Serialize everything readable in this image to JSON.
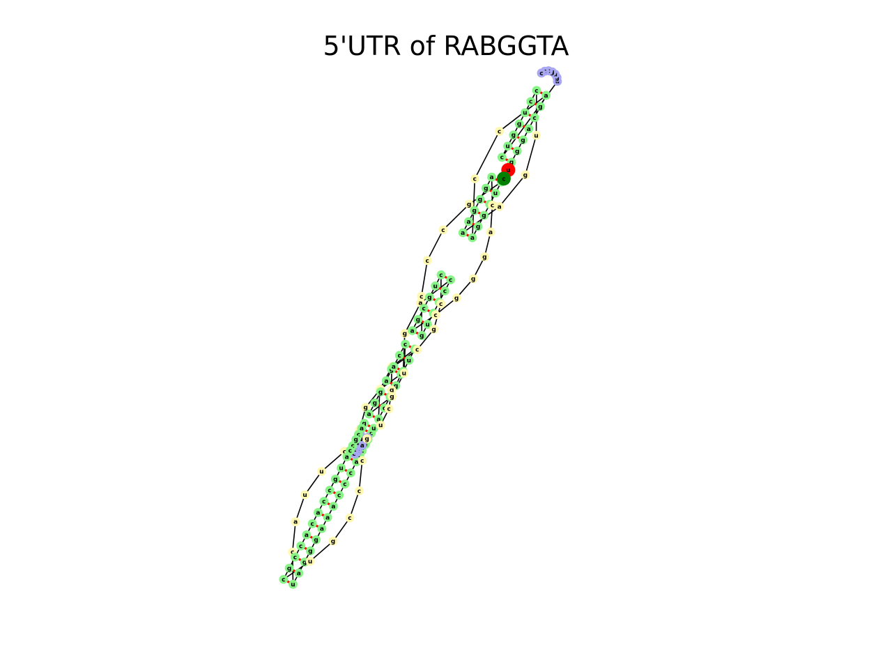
{
  "title": "5'UTR of RABGGTA",
  "colors": {
    "stem": "#88f488",
    "unpaired": "#fff8b0",
    "hairpin": "#a8a8f2",
    "start_marker": "#ff0000",
    "end_marker": "#008000",
    "backbone": "#000000",
    "basepair": "#ff0000"
  },
  "structure": {
    "sequence_5to3": "ugggacgaccaggcucgcccgucaccagguccgacugaggccuccuuacuagggaaacccacauuaccccucgccaugccacaccgcugcccagcgucggaggaguccacgccugcgacgggacagggaaaguccuggucagugccc",
    "stems": [
      {
        "name": "stem-1",
        "left": [
          "u",
          "g",
          "g",
          "g",
          "a",
          "c",
          "g"
        ],
        "right": [
          "c",
          "a",
          "c",
          "g",
          "u",
          "c",
          "c"
        ]
      },
      {
        "name": "stem-2",
        "left": [
          "a",
          "c",
          "c",
          "a",
          "g",
          "g"
        ],
        "right": [
          "c",
          "c",
          "u",
          "g",
          "g",
          "u"
        ]
      },
      {
        "name": "stem-3",
        "left": [
          "c",
          "u",
          "c",
          "g",
          "c",
          "c"
        ],
        "right": [
          "g",
          "g",
          "c",
          "g",
          "a",
          "g"
        ]
      },
      {
        "name": "stem-4",
        "left": [
          "g",
          "u",
          "c"
        ],
        "right": [
          "g",
          "a",
          "c"
        ]
      },
      {
        "name": "stem-5",
        "left": [
          "c",
          "c",
          "a",
          "g",
          "g"
        ],
        "right": [
          "c",
          "c",
          "u",
          "g",
          "g"
        ]
      },
      {
        "name": "stem-6",
        "left": [
          "u",
          "c",
          "c"
        ],
        "right": [
          "g",
          "g",
          "a"
        ]
      },
      {
        "name": "stem-7",
        "left": [
          "u",
          "u",
          "a",
          "c",
          "u",
          "a",
          "g",
          "g",
          "g",
          "a",
          "a",
          "a",
          "c",
          "c",
          "c"
        ],
        "right": [
          "g",
          "g",
          "c",
          "c",
          "u",
          "c",
          "u",
          "u",
          "u",
          "a",
          "a",
          "u",
          "g",
          "g",
          "u"
        ]
      }
    ],
    "hairpin_loop": [
      "a",
      "c",
      "a",
      "c",
      "c"
    ],
    "top_loop": [
      "a",
      "a",
      "g",
      "u"
    ]
  }
}
